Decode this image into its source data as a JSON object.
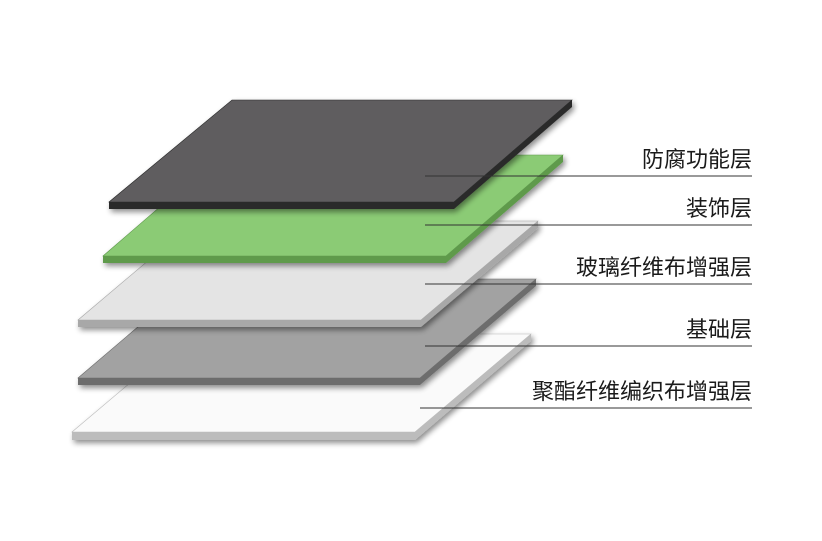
{
  "layers": [
    {
      "id": "anticorrosion",
      "label": "防腐功能层",
      "top_color": "#5e5d5f",
      "top_color_light": "#6e6d70",
      "edge_color": "#2a2a2a"
    },
    {
      "id": "decorative",
      "label": "装饰层",
      "top_color": "#8bcb74",
      "top_color_light": "#93d17b",
      "edge_color": "#5e9a4c"
    },
    {
      "id": "glass-fiber",
      "label": "玻璃纤维布增强层",
      "top_color": "#e4e4e4",
      "top_color_light": "#ececec",
      "edge_color": "#a8a8a8"
    },
    {
      "id": "base",
      "label": "基础层",
      "top_color": "#a2a2a2",
      "top_color_light": "#acacac",
      "edge_color": "#6d6d6d"
    },
    {
      "id": "polyester-fiber",
      "label": "聚酯纤维编织布增强层",
      "top_color": "#fafafa",
      "top_color_light": "#ffffff",
      "edge_color": "#bcbcbc"
    }
  ]
}
